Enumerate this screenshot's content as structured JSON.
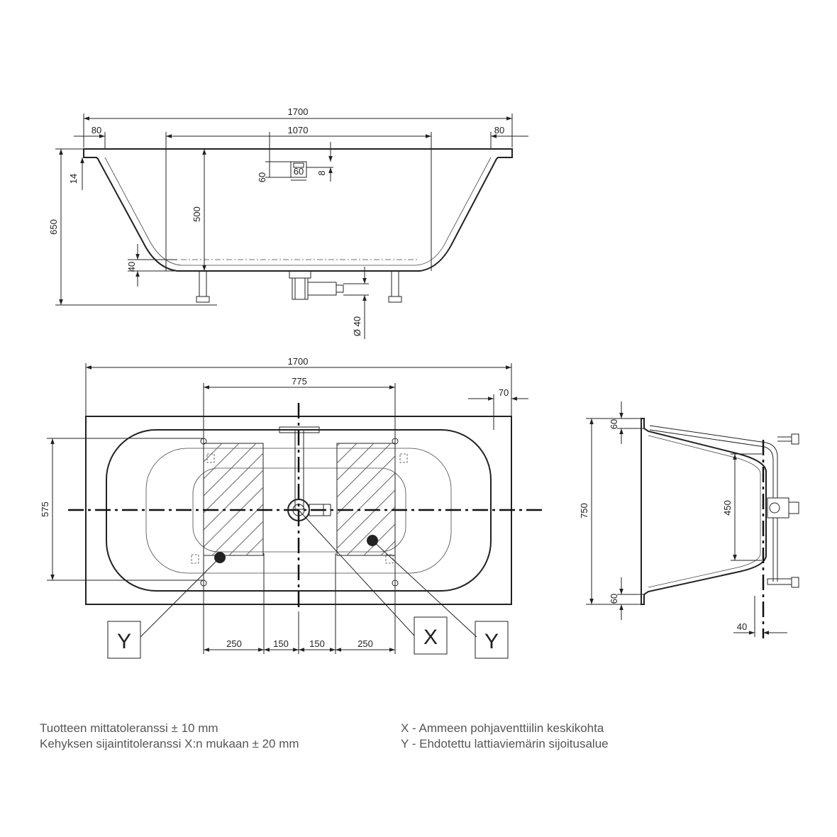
{
  "side_view": {
    "dims": {
      "overall_length": "1700",
      "rim_left": "80",
      "rim_right": "80",
      "inner_length": "1070",
      "rim_height": "14",
      "total_height": "650",
      "inner_depth": "500",
      "overflow_width": "60",
      "overflow_height": "60",
      "overflow_offset": "8",
      "foot_offset": "40",
      "drain_diameter": "Ø 40"
    }
  },
  "top_view": {
    "dims": {
      "overall_length": "1700",
      "frame_length": "775",
      "edge_offset": "70",
      "width": "575",
      "bottom_a": "250",
      "bottom_b": "150",
      "bottom_c": "150",
      "bottom_d": "250"
    },
    "labels": {
      "y_left": "Y",
      "x_center": "X",
      "y_right": "Y"
    }
  },
  "end_view": {
    "dims": {
      "top_rim": "60",
      "total_width": "750",
      "inner_height": "450",
      "bottom_rim": "60",
      "offset": "40"
    }
  },
  "notes": {
    "left_line1": "Tuotteen mittatoleranssi ± 10 mm",
    "left_line2": "Kehyksen sijaintitoleranssi X:n mukaan ± 20 mm",
    "right_line1": "X - Ammeen pohjaventtiilin keskikohta",
    "right_line2": "Y - Ehdotettu lattiaviemärin sijoitusalue"
  }
}
